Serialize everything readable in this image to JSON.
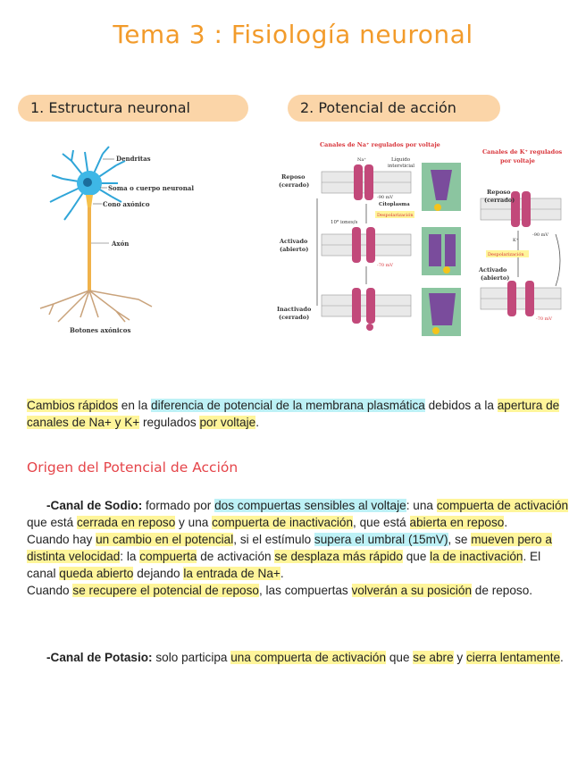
{
  "title": "Tema 3 : Fisiología neuronal",
  "section1": "1. Estructura neuronal",
  "section2": "2. Potencial de acción",
  "neuron": {
    "dendritas": "Dendritas",
    "soma": "Soma o cuerpo neuronal",
    "cono": "Cono axónico",
    "axon": "Axón",
    "botones": "Botones axónicos"
  },
  "action_fig": {
    "na_title": "Canales de Na⁺ regulados por voltaje",
    "k_title_1": "Canales de K⁺ regulados",
    "k_title_2": "por voltaje",
    "liquido_1": "Líquido",
    "liquido_2": "intersticial",
    "citoplasma": "Citoplasma",
    "reposo_1": "Reposo",
    "reposo_2": "(cerrado)",
    "activado_1": "Activado",
    "activado_2": "(abierto)",
    "inactivado_1": "Inactivado",
    "inactivado_2": "(cerrado)",
    "despolarizacion": "Despolarización",
    "na_ion": "Na⁺",
    "k_ion": "K⁺",
    "rate": "10⁸ iones/s",
    "mv_90": "-90 mV",
    "mv_70": "-70 mV",
    "mv_70b": "-70 mV"
  },
  "intro": {
    "t1": "Cambios rápidos",
    "t2": " en la ",
    "t3": "diferencia de potencial de la membrana plasmática",
    "t4": " debidos a la ",
    "t5": "apertura de canales de Na+ y K+",
    "t6": " regulados ",
    "t7": "por voltaje",
    "t8": "."
  },
  "subheading": "Origen del Potencial de Acción",
  "sodio": {
    "label": "-Canal de Sodio:",
    "t1": " formado por ",
    "t2": "dos compuertas sensibles al voltaje",
    "t3": ": una ",
    "t4": "compuerta de activación",
    "t5": " que está ",
    "t6": "cerrada en reposo",
    "t7": " y una ",
    "t8": "compuerta de inactivación",
    "t9": ", que está ",
    "t10": "abierta en reposo",
    "t11": ".",
    "s1": "Cuando hay ",
    "s2": "un cambio en el potencial",
    "s3": ", si el estímulo ",
    "s4": "supera el umbral (15mV)",
    "s5": ", se ",
    "s6": "mueven pero a distinta velocidad",
    "s7": ": la ",
    "s8": "compuerta",
    "s9": " de activación ",
    "s10": "se desplaza más rápido",
    "s11": " que ",
    "s12": "la de inactivación",
    "s13": ". El canal ",
    "s14": "queda abierto",
    "s15": " dejando ",
    "s16": "la entrada de Na+",
    "s17": ".",
    "r1": "Cuando ",
    "r2": "se recupere el potencial de reposo",
    "r3": ", las compuertas ",
    "r4": "volverán a su posición",
    "r5": " de reposo."
  },
  "potasio": {
    "label": "-Canal de Potasio:",
    "t1": " solo participa ",
    "t2": "una compuerta de activación",
    "t3": " que ",
    "t4": "se abre",
    "t5": " y ",
    "t6": "cierra lentamente",
    "t7": "."
  }
}
